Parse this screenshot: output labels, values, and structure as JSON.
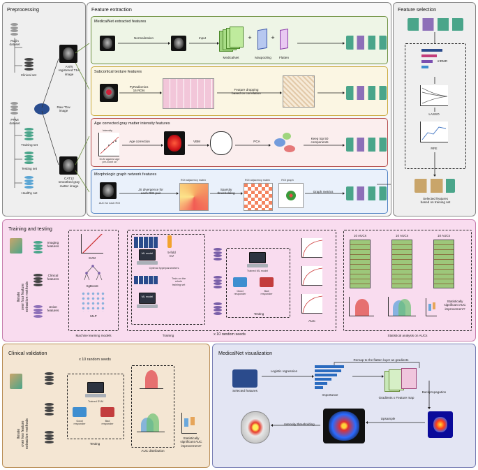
{
  "preprocessing": {
    "title": "Preprocessing",
    "ruijin": "Ruijin\ndataset",
    "clinical_set": "Clinical set",
    "ants": "ANTs\nregistered T1w\nimage",
    "raw": "Raw T1w\nimage",
    "ppmi": "PPMI\ndataset",
    "training_set": "Training set",
    "testing_set": "Testing set",
    "healthy_set": "Healthy set",
    "cat12": "CAT12\nsmoothed gray\nmatter image"
  },
  "feature_extraction": {
    "title": "Feature extraction",
    "medicalnet": {
      "title": "MedicalNet extracted features",
      "normalization": "Normalization",
      "input": "Input",
      "medicalnet": "MedicalNet",
      "maxpooling": "Maxpooling",
      "flatten": "Flatten"
    },
    "subcortical": {
      "title": "Subcortical texture features",
      "pyradiomics": "PyRadiomics\n16 ROIs",
      "dropping": "Feature dropping\nbased on correlation"
    },
    "age": {
      "title": "Age corrected gray matter intensity features",
      "intensity": "Intensity",
      "glm": "GLM against age\npre-voxel on",
      "age_correction": "Age correction",
      "vbm": "VBM",
      "pca": "PCA",
      "keep": "Keep top 50\ncomponents"
    },
    "graph": {
      "title": "Morphologic graph network features",
      "auc_roi": "AUC for each ROI",
      "js": "JS divergence for\neach ROI pair",
      "adj1": "ROI adjacency matrix",
      "sparsity": "Sparsity\nthresholding",
      "adj2": "ROI adjacency matrix",
      "roi_graph": "ROI graph",
      "metrics": "Graph metrics"
    }
  },
  "feature_selection": {
    "title": "Feature selection",
    "mrmr": "mRMR",
    "lasso": "LASSO",
    "rfe": "RFE",
    "selected": "Selected features\nbased on training set"
  },
  "training": {
    "title": "Training and testing",
    "imaging": "Imaging\nfeatures",
    "clinical": "Clinical\nfeatures",
    "union": "Union\nfeatures",
    "iterate": "Iterate\nover four feature\nextraction methods",
    "svm": "SVM",
    "xgboost": "XgBoost",
    "mlp": "MLP",
    "ml_models": "Machine learning models",
    "ml_model": "ML model",
    "five_fold": "5-fold\nCV",
    "optimal": "Optimal hyperparameters",
    "train_whole": "Train on the\nwhole\ntraining set",
    "ml_model2": "ML model",
    "training_lbl": "Training",
    "trained": "Trained ML model",
    "good": "Good\nresponder",
    "bad": "Bad\nresponder",
    "testing_lbl": "Testing",
    "auc": "AUC",
    "random_seeds": "x 10 random seeds",
    "aucs": [
      "10 AUCs",
      "10 AUCs",
      "10 AUCs"
    ],
    "significant": "Statistically\nsignificant AUC\nimprovement?",
    "stat_analysis": "Statistical analysis on AUCs"
  },
  "clinical_validation": {
    "title": "Clinical validation",
    "random_seeds": "x 10 random seeds",
    "iterate": "Iterate\nover two feature\nextraction methods",
    "trained_svm": "Trained SVM",
    "good": "Good\nresponder",
    "bad": "Bad\nresponder",
    "testing": "Testing",
    "auc_dist": "AUC distribution",
    "significant": "Statistically\nsignificant AUC\nimprovement?"
  },
  "visualization": {
    "title": "MedicalNet visualization",
    "remap": "Remap to the flatten layer as gradients",
    "logistic": "Logistic regression",
    "selected": "Selected features",
    "importance": "Importance",
    "gradients": "Gradients x Feature map",
    "backprop": "Backpropagation",
    "upsample": "Upsample",
    "intensity": "Intensity thresholding"
  },
  "colors": {
    "preprocessing_bg": "#efefef",
    "medicalnet_bg": "#eef5e6",
    "subcortical_bg": "#fbf6e3",
    "age_bg": "#fbeeee",
    "graph_bg": "#eaf1fb",
    "training_bg": "#f9dcef",
    "clinical_bg": "#f4e6d3",
    "viz_bg": "#e3e5f3"
  }
}
